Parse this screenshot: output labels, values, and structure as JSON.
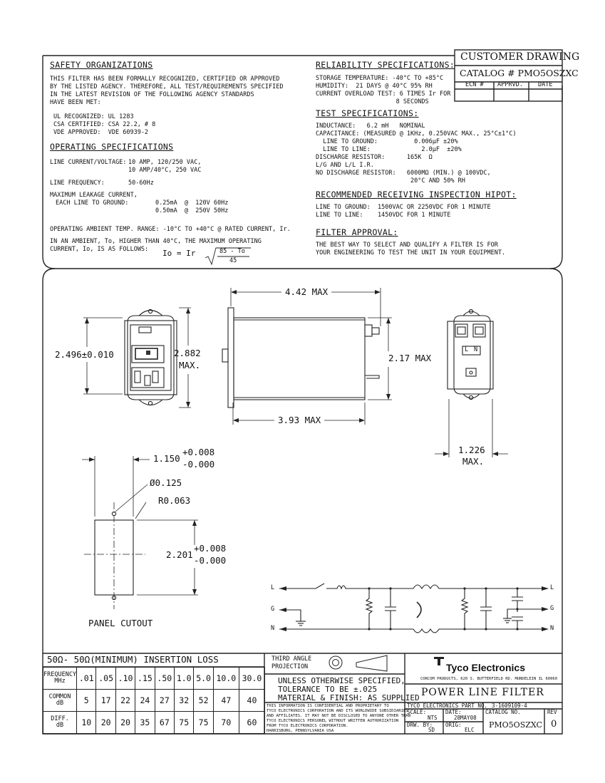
{
  "title_block": {
    "customer_drawing": "CUSTOMER DRAWING",
    "catalog_line": "CATALOG # PMO5OSZXC",
    "ecn": "ECN #",
    "apprvd": "APPRVD.",
    "date": "DATE"
  },
  "safety": {
    "heading": "SAFETY ORGANIZATIONS",
    "text": [
      "THIS FILTER HAS BEEN FORMALLY RECOGNIZED, CERTIFIED OR APPROVED",
      "BY THE LISTED AGENCY. THEREFORE, ALL TEST/REQUIREMENTS SPECIFIED",
      "IN THE LATEST REVISION OF THE FOLLOWING AGENCY STANDARDS",
      "HAVE BEEN MET:"
    ],
    "agencies": [
      "UL RECOGNIZED: UL 1283",
      "CSA CERTIFIED: CSA 22.2, # 8",
      "VDE APPROVED:  VDE 60939-2"
    ]
  },
  "operating": {
    "heading": "OPERATING SPECIFICATIONS",
    "current_label": "LINE CURRENT/VOLTAGE:",
    "current_value_1": "10 AMP, 120/250 VAC,",
    "current_value_2": "10 AMP/40°C, 250 VAC",
    "freq_label": "LINE FREQUENCY:",
    "freq_value": "50-60Hz",
    "leak_label_1": "MAXIMUM LEAKAGE CURRENT,",
    "leak_label_2": "EACH LINE TO GROUND:",
    "leak_value_1": "0.25mA  @  120V 60Hz",
    "leak_value_2": "0.50mA  @  250V 50Hz",
    "ambient": "OPERATING AMBIENT TEMP. RANGE: -10°C TO +40°C @ RATED CURRENT, Ir.",
    "derate_1": "IN AN AMBIENT, To, HIGHER THAN 40°C, THE MAXIMUM OPERATING",
    "derate_2": "CURRENT, Io, IS AS FOLLOWS:",
    "formula_lhs": "Io = Ir",
    "formula_num": "85 - To",
    "formula_den": "45"
  },
  "reliability": {
    "heading": "RELIABILITY SPECIFICATIONS:",
    "lines": [
      "STORAGE TEMPERATURE: -40°C TO +85°C",
      "HUMIDITY:  21 DAYS @ 40°C 95% RH",
      "CURRENT OVERLOAD TEST: 6 TIMES Ir FOR",
      "                      8 SECONDS"
    ]
  },
  "test": {
    "heading": "TEST SPECIFICATIONS:",
    "lines": [
      "INDUCTANCE:   6.2 mH   NOMINAL",
      "CAPACITANCE: (MEASURED @ 1KHz, 0.250VAC MAX., 25°C±1°C)",
      "  LINE TO GROUND:          0.006µF ±20%",
      "  LINE TO LINE:              2.0µF  ±20%",
      "DISCHARGE RESISTOR:      165K  Ω",
      "L/G AND L/L I.R.",
      "NO DISCHARGE RESISTOR:   6000MΩ (MIN.) @ 100VDC,",
      "                          20°C AND 50% RH"
    ]
  },
  "hipot": {
    "heading": "RECOMMENDED RECEIVING INSPECTION HIPOT:",
    "lines": [
      "LINE TO GROUND:  1500VAC OR 2250VDC FOR 1 MINUTE",
      "LINE TO LINE:    1450VDC FOR 1 MINUTE"
    ]
  },
  "approval": {
    "heading": "FILTER APPROVAL:",
    "lines": [
      "THE BEST WAY TO SELECT AND QUALIFY A FILTER IS FOR",
      "YOUR ENGINEERING TO TEST THE UNIT IN YOUR EQUIPMENT."
    ]
  },
  "dims": {
    "len_top": "4.42 MAX",
    "len_bottom": "3.93 MAX",
    "height_front": "2.496±0.010",
    "height_inner": "2.882",
    "height_inner_max": "MAX.",
    "body_height": "2.17 MAX",
    "side_width": "1.226",
    "side_width_max": "MAX.",
    "side_l": "L",
    "side_n": "N",
    "cut_w": "1.150",
    "cut_w_tol_p": "+0.008",
    "cut_w_tol_m": "-0.000",
    "hole": "Ø0.125",
    "radius": "R0.063",
    "cut_h": "2.201",
    "cut_h_tol_p": "+0.008",
    "cut_h_tol_m": "-0.000",
    "panel_cutout": "PANEL CUTOUT"
  },
  "schematic": {
    "l_in": "L",
    "g_in": "G",
    "n_in": "N",
    "l_out": "L",
    "g_out": "G",
    "n_out": "N"
  },
  "insertion": {
    "title": "50Ω- 50Ω(MINIMUM) INSERTION LOSS",
    "freq_label_1": "FREQUENCY",
    "freq_label_2": "MHz",
    "common_label_1": "COMMON",
    "common_label_2": "dB",
    "diff_label_1": "DIFF.",
    "diff_label_2": "dB",
    "freqs": [
      ".01",
      ".05",
      ".10",
      ".15",
      ".50",
      "1.0",
      "5.0",
      "10.0",
      "30.0"
    ],
    "common": [
      "5",
      "17",
      "22",
      "24",
      "27",
      "32",
      "52",
      "47",
      "40"
    ],
    "diff": [
      "10",
      "20",
      "20",
      "35",
      "67",
      "75",
      "75",
      "70",
      "60"
    ]
  },
  "footer": {
    "third_angle_1": "THIRD ANGLE",
    "third_angle_2": "PROJECTION",
    "unless_1": "UNLESS OTHERWISE SPECIFIED,",
    "unless_2": "TOLERANCE TO BE ±.025",
    "material": "MATERIAL & FINISH: AS SUPPLIED",
    "confidential": [
      "THIS INFORMATION IS CONFIDENTIAL AND PROPRIETARY TO",
      "TYCO ELECTRONICS CORPORATION AND ITS WORLDWIDE SUBSIDIARIES",
      "AND AFFILIATES. IT MAY NOT BE DISCLOSED TO ANYONE OTHER THAN",
      "TYCO ELECTRONICS PERSONEL WITHOUT WRITTEN AUTHORIZATION",
      "FROM TYCO ELECTRONICS CORPORATION.",
      "HARRISBURG, PENNSYLVANIA USA"
    ],
    "company": "Tyco Electronics",
    "address": "CORCOM PRODUCTS, 620 S. BUTTERFIELD RD. MUNDELEIN IL 60060",
    "product": "POWER LINE FILTER",
    "part_label": "TYCO ELECTRONICS PART NO.",
    "part_no": "3-1609109-4",
    "scale_label": "SCALE:",
    "scale": "NTS",
    "date_label": "DATE:",
    "date": "28MAY08",
    "catalog_label": "CATALOG NO.",
    "catalog": "PMO5OSZXC",
    "rev_label": "REV",
    "rev": "0",
    "drw_label": "DRW. BY:",
    "drw": "SD",
    "orig_label": "ORIG:",
    "orig": "ELC"
  }
}
